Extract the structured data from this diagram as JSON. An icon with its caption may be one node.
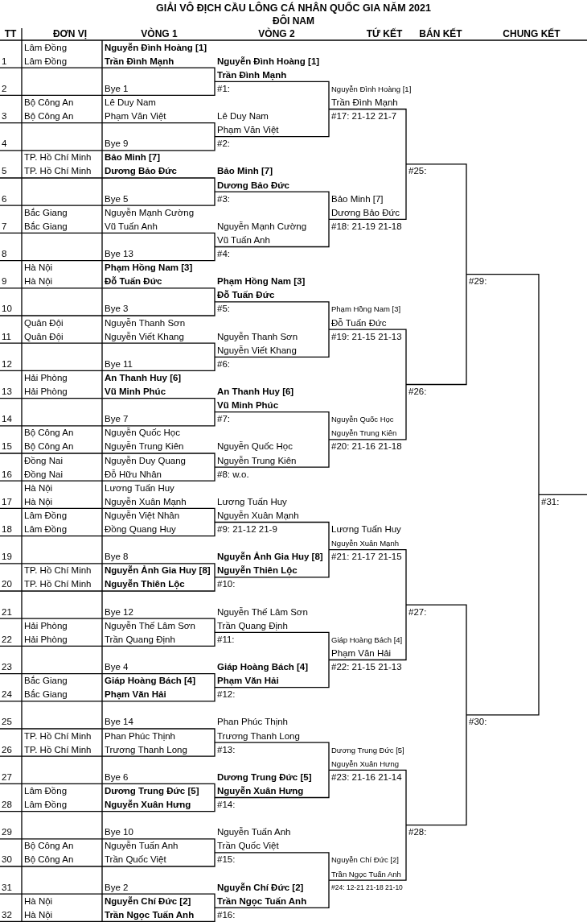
{
  "diagram": {
    "title": "GIẢI VÔ ĐỊCH CẦU LÔNG CÁ NHÂN QUỐC GIA NĂM 2021",
    "labels": [
      "ĐÔI NAM",
      "TT",
      "ĐƠN VỊ",
      "VÒNG 1",
      "VÒNG 2",
      "TỨ KẾT",
      "BÁN KẾT",
      "CHUNG KẾT",
      "Lâm Đồng",
      "Nguyễn Đình Hoàng [1]",
      "1",
      "Lâm Đồng",
      "Trần Đình Mạnh",
      "Nguyễn Đình Hoàng [1]",
      "Trần Đình Mạnh",
      "2",
      "Bye 1",
      "#1:",
      "Nguyễn Đình Hoàng [1]",
      "Bộ Công An",
      "Lê Duy Nam",
      "Trần Đình Mạnh",
      "3",
      "Bộ Công An",
      "Phạm Văn Việt",
      "Lê Duy Nam",
      "#17: 21-12 21-7",
      "Phạm Văn Việt",
      "4",
      "Bye 9",
      "#2:",
      "TP. Hồ Chí Minh",
      "Bảo Minh [7]",
      "5",
      "TP. Hồ Chí Minh",
      "Dương Bảo Đức",
      "Bảo Minh [7]",
      "#25:",
      "Dương Bảo Đức",
      "6",
      "Bye 5",
      "#3:",
      "Bảo Minh [7]",
      "Bắc Giang",
      "Nguyễn Mạnh Cường",
      "Dương Bảo Đức",
      "7",
      "Bắc Giang",
      "Vũ Tuấn Anh",
      "Nguyễn Mạnh Cường",
      "#18: 21-19 21-18",
      "Vũ Tuấn Anh",
      "8",
      "Bye 13",
      "#4:",
      "Hà Nội",
      "Phạm Hồng Nam [3]",
      "9",
      "Hà Nội",
      "Đỗ Tuấn Đức",
      "Phạm Hồng Nam [3]",
      "#29:",
      "Đỗ Tuấn Đức",
      "10",
      "Bye 3",
      "#5:",
      "Phạm Hồng Nam [3]",
      "Quân Đội",
      "Nguyễn Thanh Sơn",
      "Đỗ Tuấn Đức",
      "11",
      "Quân Đội",
      "Nguyễn Viết Khang",
      "Nguyễn Thanh Sơn",
      "#19: 21-15 21-13",
      "Nguyễn Viết Khang",
      "12",
      "Bye 11",
      "#6:",
      "Hải Phòng",
      "An Thanh Huy [6]",
      "13",
      "Hải Phòng",
      "Vũ Minh Phúc",
      "An Thanh Huy [6]",
      "#26:",
      "Vũ Minh Phúc",
      "14",
      "Bye 7",
      "#7:",
      "Nguyễn Quốc Học",
      "Bộ Công An",
      "Nguyễn Quốc Học",
      "Nguyễn Trung Kiên",
      "15",
      "Bộ Công An",
      "Nguyễn Trung Kiên",
      "Nguyễn Quốc Học",
      "#20: 21-16 21-18",
      "Đồng Nai",
      "Nguyễn Duy Quang",
      "Nguyễn Trung Kiên",
      "16",
      "Đồng Nai",
      "Đỗ Hữu Nhân",
      "#8: w.o.",
      "Hà Nội",
      "Lương Tuấn Huy",
      "17",
      "Hà Nội",
      "Nguyễn Xuân Mạnh",
      "Lương Tuấn Huy",
      "#31:",
      "Lâm Đồng",
      "Nguyễn Việt Nhân",
      "Nguyễn Xuân Mạnh",
      "18",
      "Lâm Đồng",
      "Đồng Quang Huy",
      "#9: 21-12 21-9",
      "Lương Tuấn Huy",
      "Nguyễn Xuân Mạnh",
      "19",
      "Bye 8",
      "Nguyễn Ảnh Gia Huy [8]",
      "#21: 21-17 21-15",
      "TP. Hồ Chí Minh",
      "Nguyễn Ảnh Gia Huy [8]",
      "Nguyễn Thiên Lộc",
      "20",
      "TP. Hồ Chí Minh",
      "Nguyễn Thiên Lộc",
      "#10:",
      "21",
      "Bye 12",
      "Nguyễn Thế Lâm Sơn",
      "#27:",
      "Hải Phòng",
      "Nguyễn Thế Lâm Sơn",
      "Trần Quang Định",
      "22",
      "Hải Phòng",
      "Trần Quang Định",
      "#11:",
      "Giáp Hoàng Bách [4]",
      "Phạm Văn Hải",
      "23",
      "Bye 4",
      "Giáp Hoàng Bách [4]",
      "#22: 21-15 21-13",
      "Bắc Giang",
      "Giáp Hoàng Bách [4]",
      "Phạm Văn Hải",
      "24",
      "Bắc Giang",
      "Phạm Văn Hải",
      "#12:",
      "25",
      "Bye 14",
      "Phan Phúc Thịnh",
      "#30:",
      "TP. Hồ Chí Minh",
      "Phan Phúc Thịnh",
      "Trương Thanh Long",
      "26",
      "TP. Hồ Chí Minh",
      "Trương Thanh Long",
      "#13:",
      "Dương Trung Đức [5]",
      "Nguyễn Xuân Hưng",
      "27",
      "Bye 6",
      "Dương Trung Đức [5]",
      "#23: 21-16 21-14",
      "Lâm Đồng",
      "Dương Trung Đức [5]",
      "Nguyễn Xuân Hưng",
      "28",
      "Lâm Đồng",
      "Nguyễn Xuân Hưng",
      "#14:",
      "29",
      "Bye 10",
      "Nguyễn Tuấn Anh",
      "#28:",
      "Bộ Công An",
      "Nguyễn Tuấn Anh",
      "Trần Quốc Việt",
      "30",
      "Bộ Công An",
      "Trần Quốc Việt",
      "#15:",
      "Nguyễn Chí Đức [2]",
      "Trần Ngọc Tuấn Anh",
      "31",
      "Bye 2",
      "Nguyễn Chí Đức [2]",
      "#24: 12-21 21-18 21-10",
      "Hà Nội",
      "Nguyễn Chí Đức [2]",
      "Trần Ngọc Tuấn Anh",
      "32",
      "Hà Nội",
      "Trần Ngọc Tuấn Anh",
      "#16:"
    ]
  }
}
